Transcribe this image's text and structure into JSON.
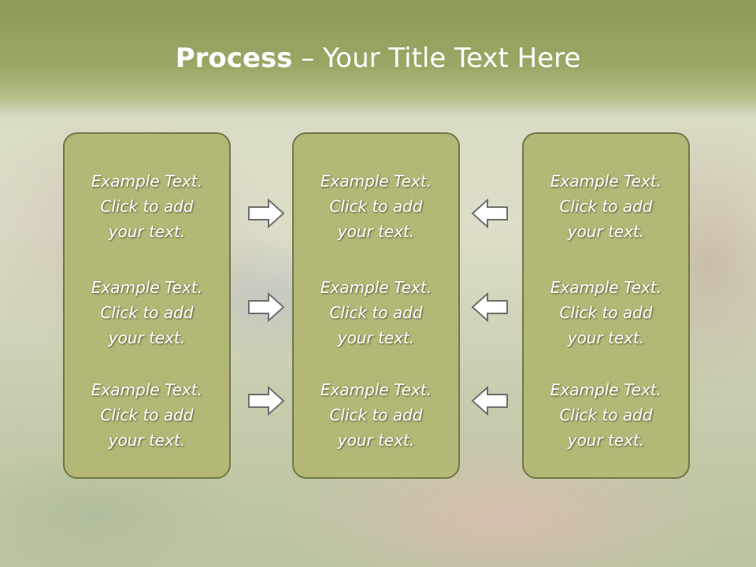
{
  "title": {
    "bold": "Process",
    "rest": " – Your Title Text Here"
  },
  "columns": [
    {
      "items": [
        {
          "line1": "Example Text.",
          "line2": "Click  to add",
          "line3": "your text."
        },
        {
          "line1": "Example Text.",
          "line2": "Click  to add",
          "line3": "your text."
        },
        {
          "line1": "Example Text.",
          "line2": "Click  to add",
          "line3": "your text."
        }
      ]
    },
    {
      "items": [
        {
          "line1": "Example Text.",
          "line2": "Click  to add",
          "line3": "your text."
        },
        {
          "line1": "Example Text.",
          "line2": "Click  to add",
          "line3": "your text."
        },
        {
          "line1": "Example Text.",
          "line2": "Click  to add",
          "line3": "your text."
        }
      ]
    },
    {
      "items": [
        {
          "line1": "Example Text.",
          "line2": "Click  to add",
          "line3": "your text."
        },
        {
          "line1": "Example Text.",
          "line2": "Click  to add",
          "line3": "your text."
        },
        {
          "line1": "Example Text.",
          "line2": "Click  to add",
          "line3": "your text."
        }
      ]
    }
  ],
  "arrows": {
    "left_side": [
      "right-arrow-icon",
      "right-arrow-icon",
      "right-arrow-icon"
    ],
    "right_side": [
      "left-arrow-icon",
      "left-arrow-icon",
      "left-arrow-icon"
    ]
  },
  "colors": {
    "header": "#99a865",
    "box_fill": "#b3b877",
    "box_border": "#6f7644",
    "text": "#ffffff"
  }
}
